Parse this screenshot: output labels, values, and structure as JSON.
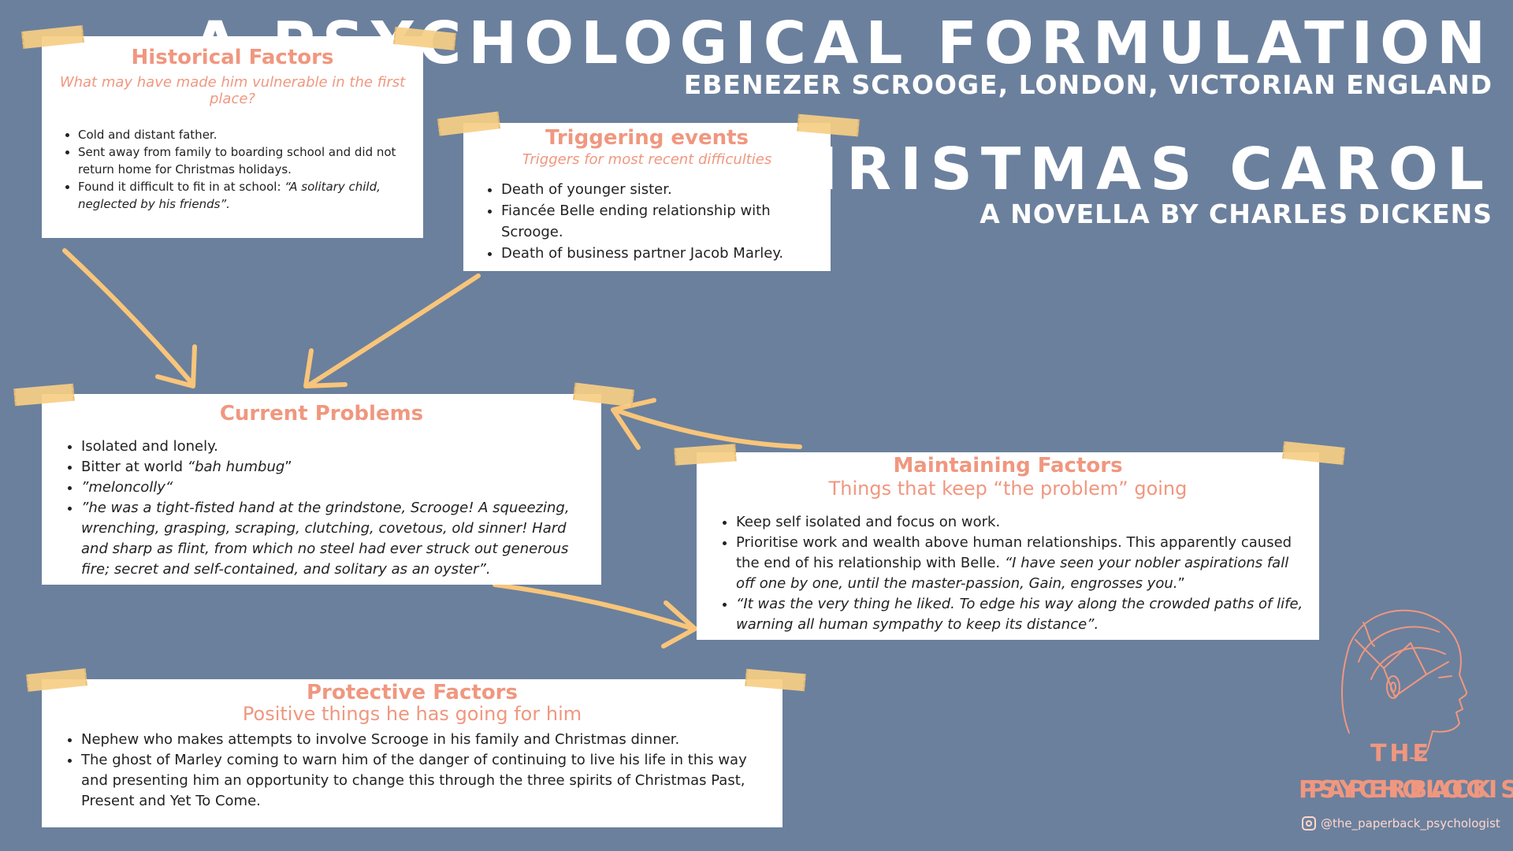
{
  "header": {
    "title": "A PSYCHOLOGICAL FORMULATION",
    "subtitle": "EBENEZER SCROOGE, LONDON, VICTORIAN ENGLAND",
    "book_title": "A CHRISTMAS CAROL",
    "book_subtitle": "A NOVELLA BY CHARLES  DICKENS"
  },
  "historical": {
    "title": "Historical Factors",
    "subtitle": "What may have made him vulnerable in the first place?",
    "items": [
      {
        "text": "Cold and distant father.",
        "quote": ""
      },
      {
        "text": "Sent away from family to boarding school and did not return home for Christmas holidays.",
        "quote": ""
      },
      {
        "text": "Found it difficult to fit in at school: ",
        "quote": "“A solitary child, neglected by his friends”."
      }
    ]
  },
  "triggering": {
    "title": "Triggering events",
    "subtitle": "Triggers for most recent difficulties",
    "items": [
      "Death of younger sister.",
      "Fiancée Belle ending relationship with Scrooge.",
      "Death of business partner Jacob Marley."
    ]
  },
  "current": {
    "title": "Current Problems",
    "item1": "Isolated and lonely.",
    "item2_text": "Bitter at world ",
    "item2_quote": "“bah humbug",
    "item2_end": "”",
    "item3": "”meloncolly“",
    "item4": "”he was a tight-fisted hand at the grindstone, Scrooge!  A squeezing, wrenching, grasping, scraping, clutching, covetous, old sinner!  Hard and sharp as flint, from which no steel had ever struck out generous fire; secret and self-contained, and solitary as an oyster”."
  },
  "maintaining": {
    "title": "Maintaining Factors",
    "subtitle": "Things that keep “the problem” going",
    "item1": "Keep self isolated and focus on work.",
    "item2_text": "Prioritise work and wealth above human relationships. This  apparently caused the end of his relationship with Belle. ",
    "item2_quote": "“I have seen your nobler aspirations fall off one by one, until the master-passion, Gain, engrosses you.",
    "item2_end": "”",
    "item3": "“It was the very thing he liked. To edge his way along the crowded paths of life, warning all human sympathy to keep its distance”."
  },
  "protective": {
    "title": "Protective Factors",
    "subtitle": "Positive things he has going for him",
    "items": [
      "Nephew who makes attempts to involve Scrooge in his family and Christmas dinner.",
      "The ghost of Marley coming to warn him of the danger of continuing to live his life in this way and  presenting him an opportunity to change this through the three spirits of Christmas Past, Present and Yet To Come."
    ]
  },
  "brand": {
    "line1": "THE PAPERBACK",
    "line2": "PSYCHOLOGIST",
    "handle": "@the_paperback_psychologist",
    "icon": "instagram-icon"
  },
  "colors": {
    "background": "#6b809d",
    "accent": "#f0977f",
    "tape": "#f7cf86",
    "arrow": "#f8c57a"
  }
}
